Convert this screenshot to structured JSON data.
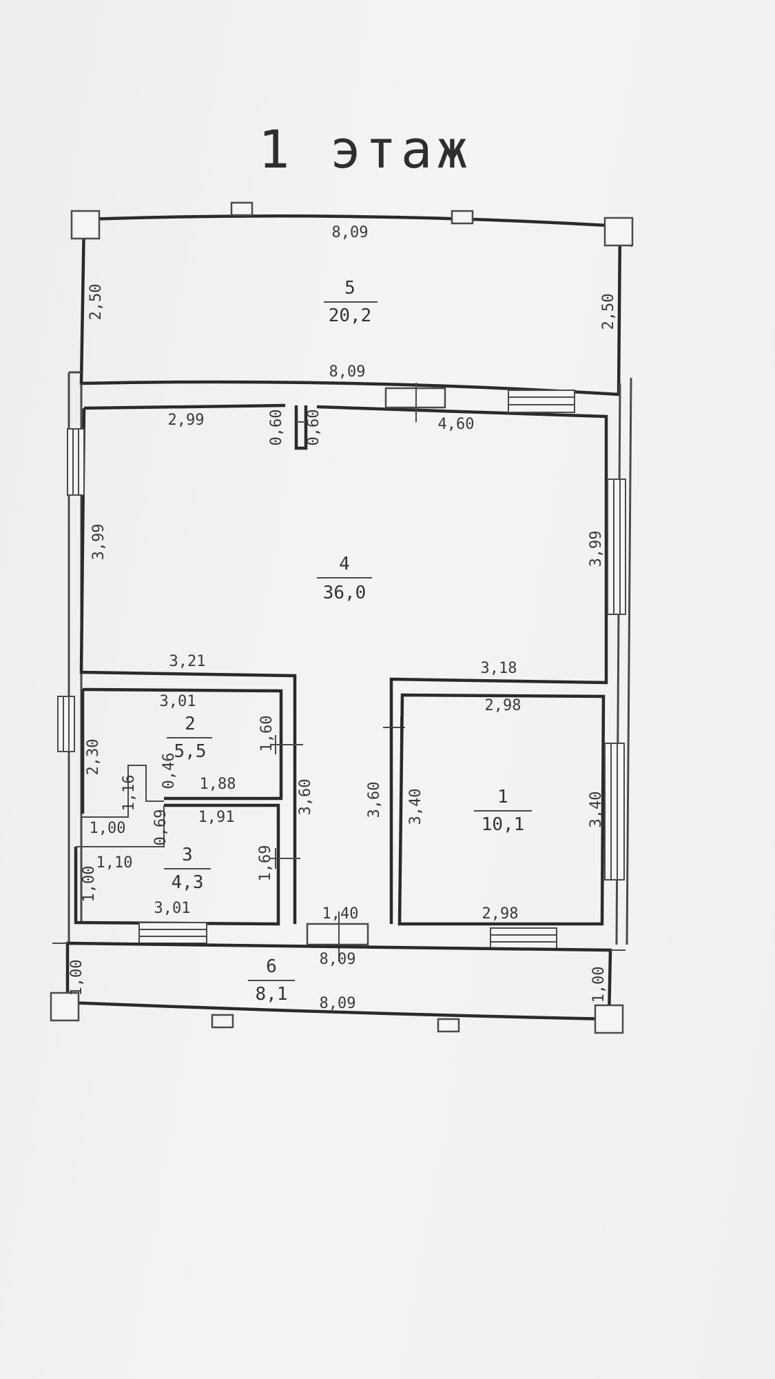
{
  "title": "1 этаж",
  "rooms": [
    {
      "number": "1",
      "area": "10,1"
    },
    {
      "number": "2",
      "area": "5,5"
    },
    {
      "number": "3",
      "area": "4,3"
    },
    {
      "number": "4",
      "area": "36,0"
    },
    {
      "number": "5",
      "area": "20,2"
    },
    {
      "number": "6",
      "area": "8,1"
    }
  ],
  "dimensions": {
    "r5_top": "8,09",
    "r5_bottom": "8,09",
    "r5_left": "2,50",
    "r5_right": "2,50",
    "r4_top_left": "2,99",
    "r4_niche_left": "0,60",
    "r4_niche_right": "0,60",
    "r4_top_right": "4,60",
    "r4_left": "3,99",
    "r4_right": "3,99",
    "r4_bottom_left": "3,21",
    "r4_bottom_right": "3,18",
    "r2_top": "3,01",
    "r2_left": "2,30",
    "r2_right": "1,60",
    "r2_bottom": "1,88",
    "r2_diag": "0,46",
    "r2_inner": "1,16",
    "r2_inner_bottom": "1,00",
    "r3_top": "1,91",
    "r3_gap": "0,69",
    "r3_small": "1,10",
    "r3_left": "1,00",
    "r3_right": "1,69",
    "r3_bottom": "3,01",
    "corr_left": "3,60",
    "corr_right": "3,60",
    "corr_bottom": "1,40",
    "r1_top": "2,98",
    "r1_left": "3,40",
    "r1_right": "3,40",
    "r1_bottom": "2,98",
    "r6_top": "8,09",
    "r6_bottom": "8,09",
    "r6_left": "1,00",
    "r6_right": "1,00"
  }
}
